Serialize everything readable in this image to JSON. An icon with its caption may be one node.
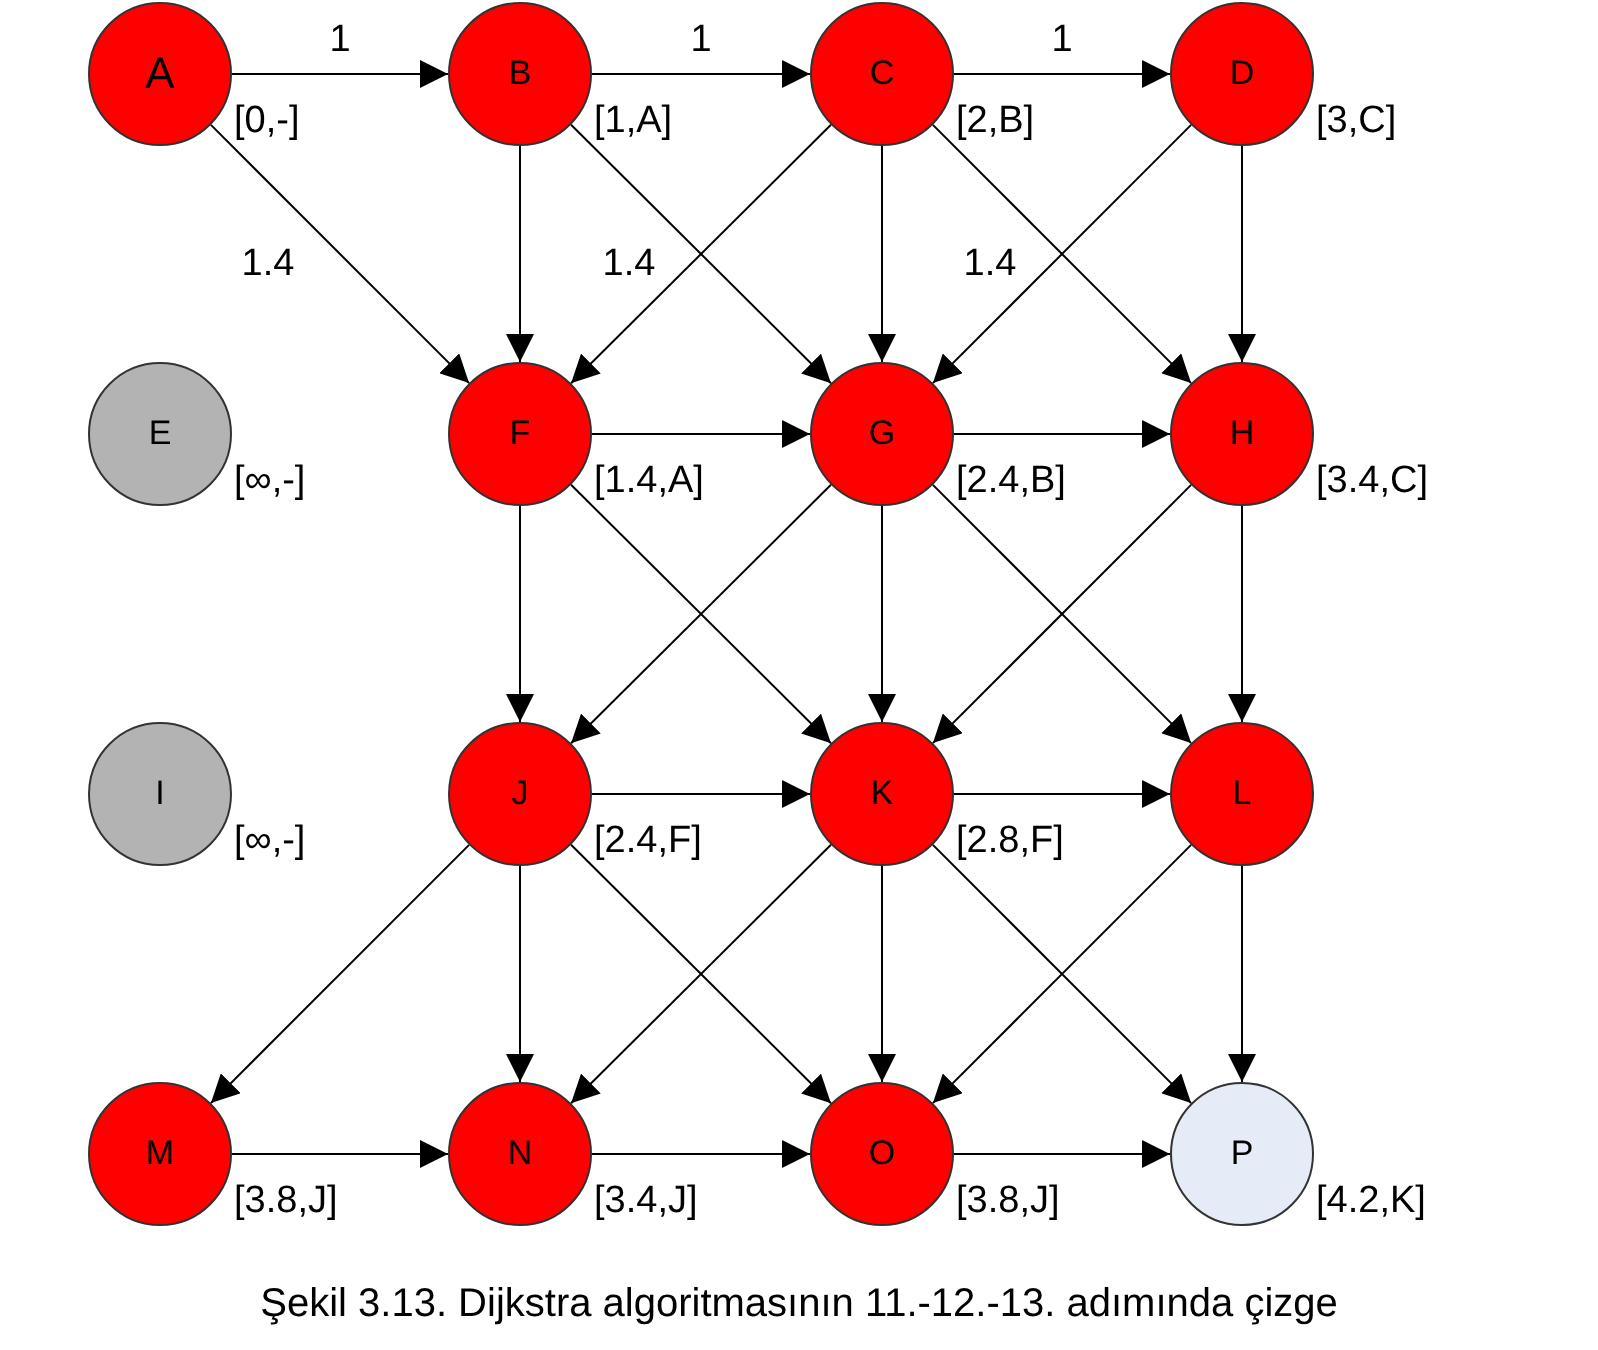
{
  "diagram": {
    "caption": "Şekil 3.13. Dijkstra algoritmasının 11.-12.-13. adımında çizge",
    "nodes": [
      {
        "text": [
          "A"
        ],
        "beside": [
          "[0,-]"
        ]
      },
      {
        "text": [
          "B"
        ],
        "beside": [
          "[1,A]"
        ]
      },
      {
        "text": [
          "C"
        ],
        "beside": [
          "[2,B]"
        ]
      },
      {
        "text": [
          "D"
        ],
        "beside": [
          "[3,C]"
        ]
      },
      {
        "text": [
          "E"
        ],
        "beside": [
          "[∞,-]"
        ]
      },
      {
        "text": [
          "F"
        ],
        "beside": [
          "[1.4,A]"
        ]
      },
      {
        "text": [
          "G"
        ],
        "beside": [
          "[2.4,B]"
        ]
      },
      {
        "text": [
          "H"
        ],
        "beside": [
          "[3.4,C]"
        ]
      },
      {
        "text": [
          "I"
        ],
        "beside": [
          "[∞,-]"
        ]
      },
      {
        "text": [
          "J"
        ],
        "beside": [
          "[2.4,F]"
        ]
      },
      {
        "text": [
          "K"
        ],
        "beside": [
          "[2.8,F]"
        ]
      },
      {
        "text": [
          "L"
        ]
      },
      {
        "text": [
          "M"
        ],
        "beside": [
          "[3.8,J]"
        ]
      },
      {
        "text": [
          "N"
        ],
        "beside": [
          "[3.4,J]"
        ]
      },
      {
        "text": [
          "O"
        ],
        "beside": [
          "[3.8,J]"
        ]
      },
      {
        "text": [
          "P"
        ],
        "beside": [
          "[4.2,K]"
        ]
      }
    ],
    "edges": [
      {
        "from": 0,
        "to": 1,
        "arrow": "to",
        "label": "1"
      },
      {
        "from": 1,
        "to": 2,
        "arrow": "to",
        "label": "1"
      },
      {
        "from": 2,
        "to": 3,
        "arrow": "to",
        "label": "1"
      },
      {
        "from": 0,
        "to": 5,
        "arrow": "to",
        "label": "1.4"
      },
      {
        "from": 1,
        "to": 5,
        "arrow": "to"
      },
      {
        "from": 1,
        "to": 6,
        "arrow": "to"
      },
      {
        "from": 2,
        "to": 5,
        "arrow": "to",
        "label": "1.4"
      },
      {
        "from": 2,
        "to": 6,
        "arrow": "to"
      },
      {
        "from": 2,
        "to": 7,
        "arrow": "to"
      },
      {
        "from": 3,
        "to": 6,
        "arrow": "to",
        "label": "1.4"
      },
      {
        "from": 3,
        "to": 7,
        "arrow": "to"
      },
      {
        "from": 5,
        "to": 6,
        "arrow": "to"
      },
      {
        "from": 6,
        "to": 7,
        "arrow": "to"
      },
      {
        "from": 5,
        "to": 9,
        "arrow": "to"
      },
      {
        "from": 5,
        "to": 10,
        "arrow": "to"
      },
      {
        "from": 6,
        "to": 9,
        "arrow": "to"
      },
      {
        "from": 6,
        "to": 10,
        "arrow": "to"
      },
      {
        "from": 6,
        "to": 11,
        "arrow": "to"
      },
      {
        "from": 7,
        "to": 10,
        "arrow": "to"
      },
      {
        "from": 7,
        "to": 11,
        "arrow": "to"
      },
      {
        "from": 9,
        "to": 10,
        "arrow": "to"
      },
      {
        "from": 10,
        "to": 11,
        "arrow": "to"
      },
      {
        "from": 9,
        "to": 12,
        "arrow": "to"
      },
      {
        "from": 9,
        "to": 13,
        "arrow": "to"
      },
      {
        "from": 9,
        "to": 14,
        "arrow": "to"
      },
      {
        "from": 10,
        "to": 13,
        "arrow": "to"
      },
      {
        "from": 10,
        "to": 14,
        "arrow": "to"
      },
      {
        "from": 10,
        "to": 15,
        "arrow": "to"
      },
      {
        "from": 11,
        "to": 14,
        "arrow": "to"
      },
      {
        "from": 11,
        "to": 15,
        "arrow": "to"
      },
      {
        "from": 12,
        "to": 13,
        "arrow": "to"
      },
      {
        "from": 13,
        "to": 14,
        "arrow": "to"
      },
      {
        "from": 14,
        "to": 15,
        "arrow": "to"
      }
    ]
  }
}
